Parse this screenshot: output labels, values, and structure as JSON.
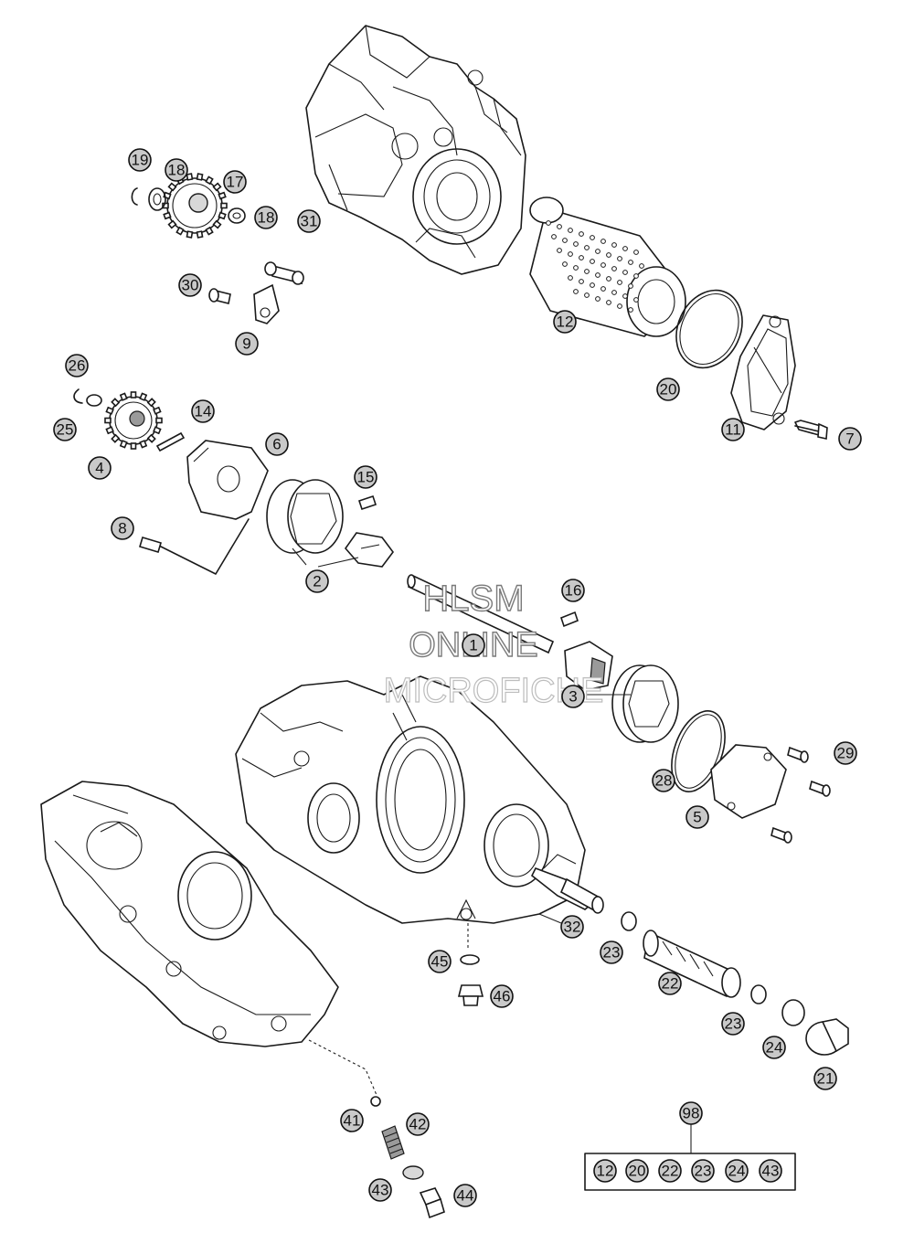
{
  "watermark": {
    "line1": "HLSM",
    "line2": "ONLINE",
    "line3": "MICROFICHE"
  },
  "callouts": {
    "c1": "1",
    "c2": "2",
    "c3": "3",
    "c4": "4",
    "c5": "5",
    "c6": "6",
    "c7": "7",
    "c8": "8",
    "c9": "9",
    "c11": "11",
    "c12": "12",
    "c14": "14",
    "c15": "15",
    "c16": "16",
    "c17": "17",
    "c18a": "18",
    "c18b": "18",
    "c19": "19",
    "c20": "20",
    "c21": "21",
    "c22": "22",
    "c23a": "23",
    "c23b": "23",
    "c24": "24",
    "c25": "25",
    "c26": "26",
    "c28": "28",
    "c29": "29",
    "c30": "30",
    "c31": "31",
    "c32": "32",
    "c41": "41",
    "c42": "42",
    "c43": "43",
    "c44": "44",
    "c45": "45",
    "c46": "46",
    "c98": "98"
  },
  "kit": {
    "items": [
      "12",
      "20",
      "22",
      "23",
      "24",
      "43"
    ]
  }
}
